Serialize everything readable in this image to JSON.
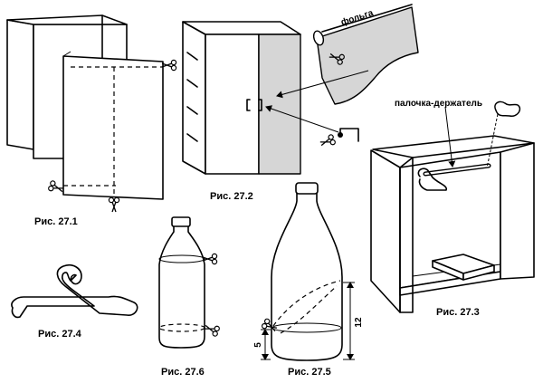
{
  "figures": {
    "fig_27_1": {
      "caption": "Рис. 27.1"
    },
    "fig_27_2": {
      "caption": "Рис. 27.2",
      "foil_label": "фольга"
    },
    "fig_27_3": {
      "caption": "Рис. 27.3",
      "rod_label": "палочка-держатель"
    },
    "fig_27_4": {
      "caption": "Рис. 27.4"
    },
    "fig_27_5": {
      "caption": "Рис. 27.5",
      "dim_upper": "12",
      "dim_lower": "5"
    },
    "fig_27_6": {
      "caption": "Рис. 27.6"
    }
  }
}
